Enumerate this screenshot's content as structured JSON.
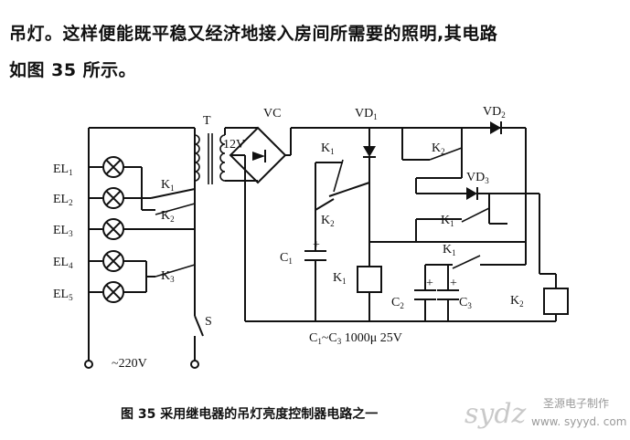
{
  "text": {
    "line1": "吊灯。这样便能既平稳又经济地接入房间所需要的照明,其电路",
    "line2": "如图 35 所示。"
  },
  "diagram": {
    "lamps": [
      "EL",
      "EL",
      "EL",
      "EL",
      "EL"
    ],
    "lamp_subs": [
      "1",
      "2",
      "3",
      "4",
      "5"
    ],
    "transformer": "T",
    "secondary_voltage": "12V",
    "bridge": "VC",
    "diode1": "VD",
    "diode1_sub": "1",
    "diode2": "VD",
    "diode2_sub": "2",
    "diode3": "VD",
    "diode3_sub": "3",
    "relay_k1": "K",
    "relay_k2": "K",
    "sub1": "1",
    "sub2": "2",
    "sub3": "3",
    "cap1": "C",
    "cap2": "C",
    "cap3": "C",
    "switch": "S",
    "mains": "~220V",
    "spec_a": "C",
    "spec_sub1": "1",
    "spec_b": "~C",
    "spec_sub3": "3",
    "spec_c": " 1000μ 25V",
    "caption": "图 35   采用继电器的吊灯亮度控制器电路之一"
  },
  "watermark": {
    "logo": "sydz",
    "name": "圣源电子制作",
    "url": "www. syyyd. com"
  }
}
